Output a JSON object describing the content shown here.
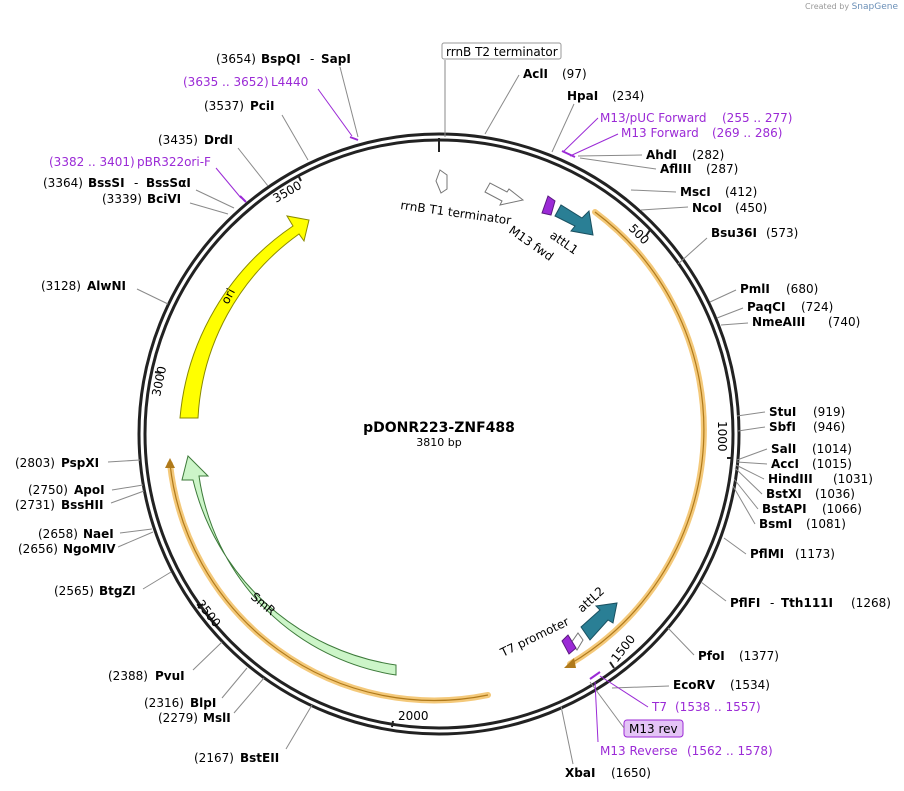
{
  "credit": {
    "created_by": "Created by",
    "brand": "SnapGene"
  },
  "plasmid": {
    "name": "pDONR223-ZNF488",
    "size": "3810 bp"
  },
  "ticks": {
    "t500": "500",
    "t1000": "1000",
    "t1500": "1500",
    "t2000": "2000",
    "t2500": "2500",
    "t3000": "3000",
    "t3500": "3500"
  },
  "features": {
    "rrnB_T2": "rrnB T2 terminator",
    "rrnB_T1": "rrnB T1 terminator",
    "attL1": "attL1",
    "m13fwd": "M13 fwd",
    "ori": "ori",
    "smr": "SmR",
    "attL2": "attL2",
    "t7prom": "T7 promoter",
    "m13rev_box": "M13 rev"
  },
  "sites": {
    "bspqi_pos": "(3654)",
    "bspqi": "BspQI",
    "dash1": "-",
    "sapi": "SapI",
    "l4440_pos": "(3635 .. 3652)",
    "l4440": "L4440",
    "pcii_pos": "(3537)",
    "pcii": "PciI",
    "drdi_pos": "(3435)",
    "drdi": "DrdI",
    "pbr_pos": "(3382 .. 3401)",
    "pbr": "pBR322ori-F",
    "bsssi_pos": "(3364)",
    "bsssi": "BssSI",
    "dash2": "-",
    "bsssai": "BssSαI",
    "bcivi_pos": "(3339)",
    "bcivi": "BciVI",
    "alwni_pos": "(3128)",
    "alwni": "AlwNI",
    "pspxi_pos": "(2803)",
    "pspxi": "PspXI",
    "apoi_pos": "(2750)",
    "apoi": "ApoI",
    "bsshii_pos": "(2731)",
    "bsshii": "BssHII",
    "naei_pos": "(2658)",
    "naei": "NaeI",
    "ngomiv_pos": "(2656)",
    "ngomiv": "NgoMIV",
    "btgzi_pos": "(2565)",
    "btgzi": "BtgZI",
    "pvui_pos": "(2388)",
    "pvui": "PvuI",
    "blpi_pos": "(2316)",
    "blpi": "BlpI",
    "msli_pos": "(2279)",
    "msli": "MslI",
    "bsteii_pos": "(2167)",
    "bsteii": "BstEII",
    "acli": "AclI",
    "acli_pos": "(97)",
    "hpai": "HpaI",
    "hpai_pos": "(234)",
    "m13puc": "M13/pUC Forward",
    "m13puc_pos": "(255 .. 277)",
    "m13f": "M13 Forward",
    "m13f_pos": "(269 .. 286)",
    "ahdi": "AhdI",
    "ahdi_pos": "(282)",
    "aflii": "AflIII",
    "aflii_pos": "(287)",
    "msci": "MscI",
    "msci_pos": "(412)",
    "ncoi": "NcoI",
    "ncoi_pos": "(450)",
    "bsu36i": "Bsu36I",
    "bsu36i_pos": "(573)",
    "pmli": "PmlI",
    "pmli_pos": "(680)",
    "paqci": "PaqCI",
    "paqci_pos": "(724)",
    "nmeaiii": "NmeAIII",
    "nmeaiii_pos": "(740)",
    "stui": "StuI",
    "stui_pos": "(919)",
    "sbfi": "SbfI",
    "sbfi_pos": "(946)",
    "sali": "SalI",
    "sali_pos": "(1014)",
    "acci": "AccI",
    "acci_pos": "(1015)",
    "hindiii": "HindIII",
    "hindiii_pos": "(1031)",
    "bstxi": "BstXI",
    "bstxi_pos": "(1036)",
    "bstapi": "BstAPI",
    "bstapi_pos": "(1066)",
    "bsmi": "BsmI",
    "bsmi_pos": "(1081)",
    "pflmi": "PflMI",
    "pflmi_pos": "(1173)",
    "pflfi": "PflFI",
    "dash3": "-",
    "tth111i": "Tth111I",
    "pflfi_pos": "(1268)",
    "pfoi": "PfoI",
    "pfoi_pos": "(1377)",
    "ecorv": "EcoRV",
    "ecorv_pos": "(1534)",
    "t7": "T7",
    "t7_pos": "(1538 .. 1557)",
    "m13reverse": "M13 Reverse",
    "m13reverse_pos": "(1562 .. 1578)",
    "xbai": "XbaI",
    "xbai_pos": "(1650)"
  },
  "colors": {
    "ori": "#ffff00",
    "smr": "#ccf5c8",
    "att": "#2a7f95",
    "primer": "#9b2ad6",
    "orange": "#f0b449"
  }
}
